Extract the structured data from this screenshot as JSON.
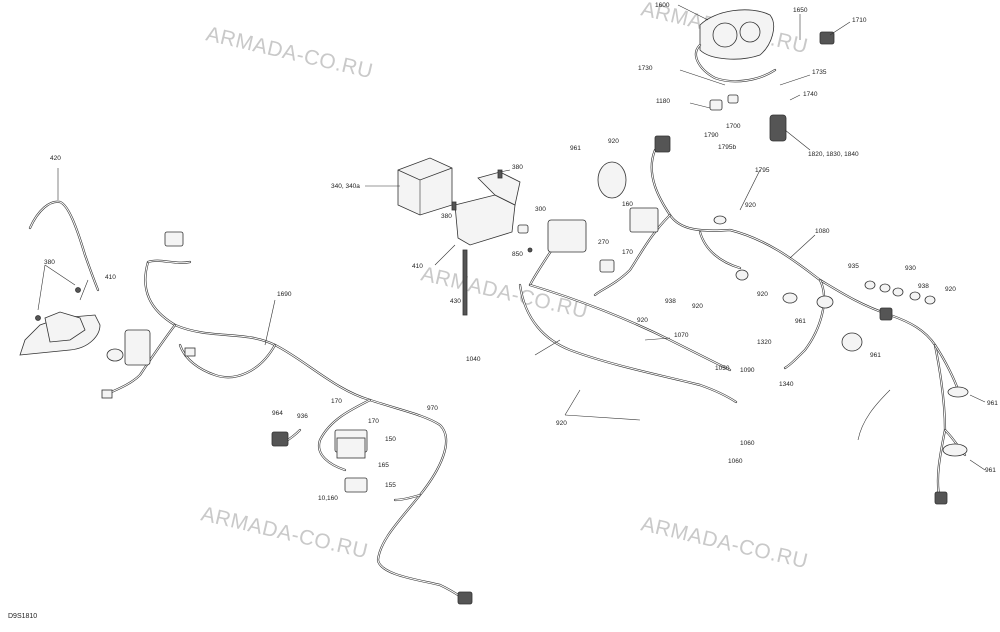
{
  "watermark": "ARMADA-CO.RU",
  "diagram_code": "D9S1810",
  "labels": {
    "l1600": "1600",
    "l1650": "1650",
    "l1710": "1710",
    "l1730": "1730",
    "l1735": "1735",
    "l1740": "1740",
    "l1180": "1180",
    "l1700": "1700",
    "l1820": "1820, 1830, 1840",
    "l920a": "920",
    "l961a": "961",
    "l1790": "1790",
    "l1795b": "1795b",
    "l1795": "1795",
    "l380a": "380",
    "l340": "340, 340a",
    "l380b": "380",
    "l300": "300",
    "l850": "850",
    "l410a": "410",
    "l430": "430",
    "l160": "160",
    "l270": "270",
    "l170a": "170",
    "l938a": "938",
    "l920b": "920",
    "l920c": "920",
    "l920d": "920",
    "l1080": "1080",
    "l935": "935",
    "l930": "930",
    "l938b": "938",
    "l920e": "920",
    "l920f": "920",
    "l961b": "961",
    "l961c": "961",
    "l1320": "1320",
    "l1340": "1340",
    "l961d": "961",
    "l961e": "961",
    "l1040": "1040",
    "l1070": "1070",
    "l1050": "1050",
    "l1090": "1090",
    "l920g": "920",
    "l1060": "1060",
    "l1060b": "1060",
    "l420": "420",
    "l380c": "380",
    "l410b": "410",
    "l1690": "1690",
    "l964": "964",
    "l936": "936",
    "l170b": "170",
    "l170c": "170",
    "l970": "970",
    "l150": "150",
    "l165": "165",
    "l155": "155",
    "l10160": "10,160"
  },
  "colors": {
    "line": "#333333",
    "watermark": "#c9c9c9",
    "background": "#ffffff"
  }
}
